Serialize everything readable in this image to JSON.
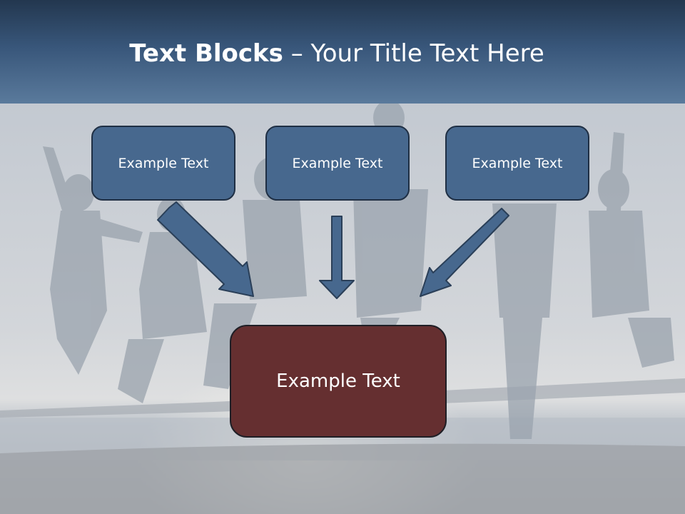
{
  "title": {
    "bold": "Text Blocks",
    "rest": " – Your Title Text Here"
  },
  "blocks": [
    {
      "label": "Example Text"
    },
    {
      "label": "Example Text"
    },
    {
      "label": "Example Text"
    }
  ],
  "main_block": {
    "label": "Example Text"
  },
  "colors": {
    "header": "#38567a",
    "small_box": "#47688e",
    "main_box": "#652f30",
    "arrow": "#47688e"
  }
}
